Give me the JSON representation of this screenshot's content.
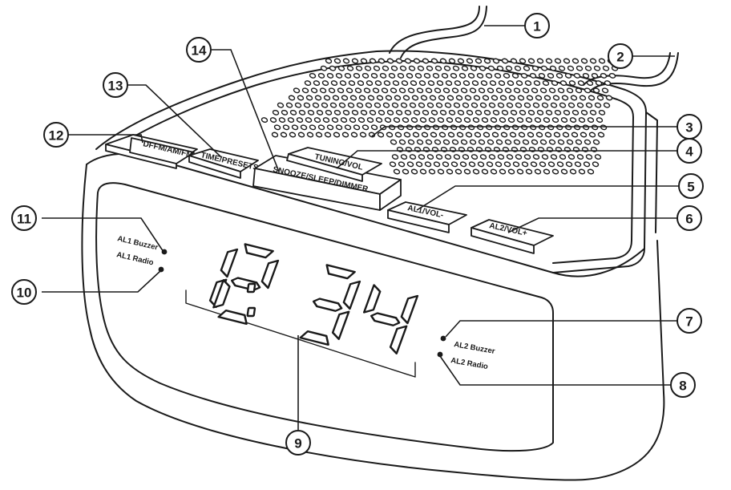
{
  "buttons": {
    "fm_am": "DFFM/AM/FM",
    "time_presets": "TIME/PRESETS",
    "snooze": "SNOOZE/SLEEP/DIMMER",
    "tuning": "TUNING/VOL",
    "al1": "AL1/VOL-",
    "al2": "AL2/VOL+"
  },
  "indicators": {
    "al1_buzzer": "AL1 Buzzer",
    "al1_radio": "AL1 Radio",
    "al2_buzzer": "AL2 Buzzer",
    "al2_radio": "AL2 Radio"
  },
  "display": {
    "time": "12:34"
  },
  "callouts": [
    "1",
    "2",
    "3",
    "4",
    "5",
    "6",
    "7",
    "8",
    "9",
    "10",
    "11",
    "12",
    "13",
    "14"
  ]
}
